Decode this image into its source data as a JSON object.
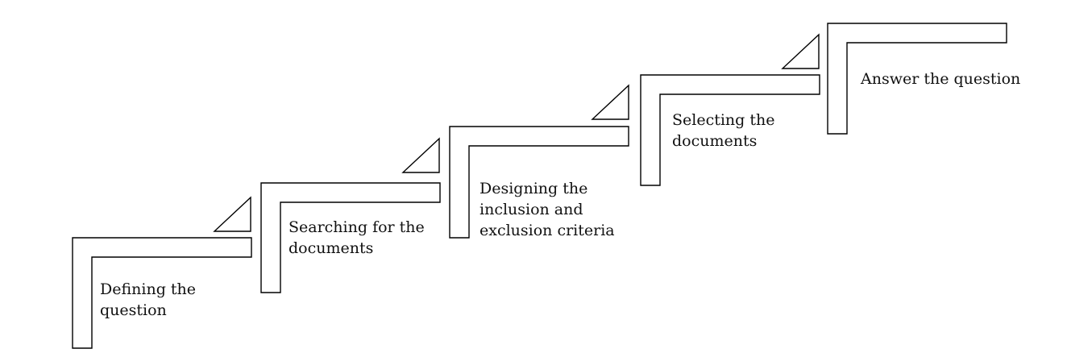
{
  "diagram": {
    "steps": [
      {
        "lines": [
          "Defining the",
          "question"
        ]
      },
      {
        "lines": [
          "Searching for the",
          "documents"
        ]
      },
      {
        "lines": [
          "Designing the",
          "inclusion and",
          "exclusion criteria"
        ]
      },
      {
        "lines": [
          "Selecting the",
          "documents"
        ]
      },
      {
        "lines": [
          "Answer the question"
        ]
      }
    ]
  }
}
